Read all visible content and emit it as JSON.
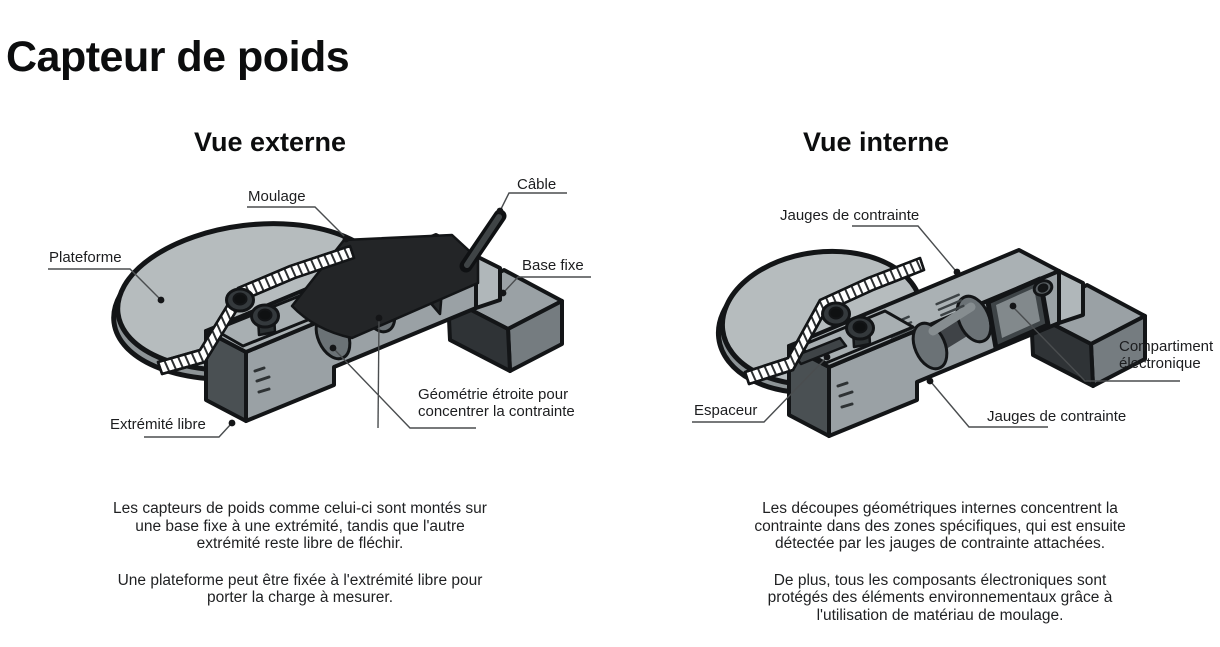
{
  "page": {
    "title": "Capteur de poids"
  },
  "palette": {
    "background": "#ffffff",
    "ink": "#0c0d0e",
    "outline": "#131517",
    "metal_light": "#b6bcbe",
    "metal_mid": "#9aa1a5",
    "metal_shade": "#7b8286",
    "metal_dark": "#303437",
    "molding_black": "#232527",
    "leader_line": "#4a4d4f"
  },
  "views": {
    "external": {
      "heading": "Vue externe",
      "labels": {
        "moulage": "Moulage",
        "cable": "Câble",
        "plateforme": "Plateforme",
        "base_fixe": "Base fixe",
        "extremite_libre": "Extrémité libre",
        "geometrie": "Géométrie étroite pour concentrer la contrainte"
      },
      "paragraphs": [
        "Les capteurs de poids comme celui-ci sont montés sur une base fixe à une extrémité, tandis que l'autre extrémité reste libre de fléchir.",
        "Une plateforme peut être fixée à l'extrémité libre pour porter la charge à mesurer."
      ]
    },
    "internal": {
      "heading": "Vue interne",
      "labels": {
        "jauges_top": "Jauges de contrainte",
        "compartiment": "Compartiment électronique",
        "espaceur": "Espaceur",
        "jauges_bottom": "Jauges de contrainte"
      },
      "paragraphs": [
        "Les découpes géométriques internes concentrent la contrainte dans des zones spécifiques, qui est ensuite détectée par les jauges de contrainte attachées.",
        "De plus, tous les composants électroniques sont protégés des éléments environnementaux grâce à l'utilisation de matériau de moulage."
      ]
    }
  }
}
